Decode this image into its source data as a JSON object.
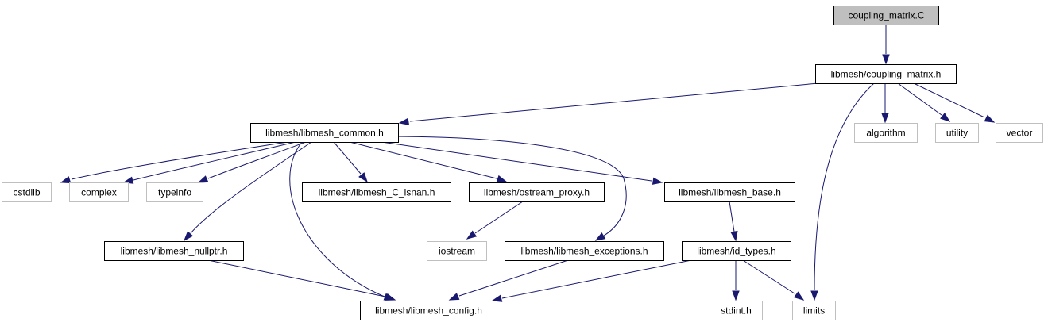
{
  "colors": {
    "edge": "#191970",
    "root_fill": "#bfbfbf",
    "root_border": "#000000",
    "local_border": "#000000",
    "system_border": "#bfbfbf",
    "node_fill": "#ffffff",
    "text": "#000000"
  },
  "nodes": {
    "coupling_matrix_c": {
      "label": "coupling_matrix.C",
      "kind": "root"
    },
    "coupling_matrix_h": {
      "label": "libmesh/coupling_matrix.h",
      "kind": "local"
    },
    "libmesh_common_h": {
      "label": "libmesh/libmesh_common.h",
      "kind": "local"
    },
    "algorithm": {
      "label": "algorithm",
      "kind": "system"
    },
    "utility": {
      "label": "utility",
      "kind": "system"
    },
    "vector": {
      "label": "vector",
      "kind": "system"
    },
    "cstdlib": {
      "label": "cstdlib",
      "kind": "system"
    },
    "complex": {
      "label": "complex",
      "kind": "system"
    },
    "typeinfo": {
      "label": "typeinfo",
      "kind": "system"
    },
    "libmesh_c_isnan_h": {
      "label": "libmesh/libmesh_C_isnan.h",
      "kind": "local"
    },
    "ostream_proxy_h": {
      "label": "libmesh/ostream_proxy.h",
      "kind": "local"
    },
    "libmesh_base_h": {
      "label": "libmesh/libmesh_base.h",
      "kind": "local"
    },
    "libmesh_nullptr_h": {
      "label": "libmesh/libmesh_nullptr.h",
      "kind": "local"
    },
    "iostream": {
      "label": "iostream",
      "kind": "system"
    },
    "libmesh_exceptions_h": {
      "label": "libmesh/libmesh_exceptions.h",
      "kind": "local"
    },
    "id_types_h": {
      "label": "libmesh/id_types.h",
      "kind": "local"
    },
    "libmesh_config_h": {
      "label": "libmesh/libmesh_config.h",
      "kind": "local"
    },
    "stdint_h": {
      "label": "stdint.h",
      "kind": "system"
    },
    "limits": {
      "label": "limits",
      "kind": "system"
    }
  },
  "edges": [
    {
      "from": "coupling_matrix_c",
      "to": "coupling_matrix_h"
    },
    {
      "from": "coupling_matrix_h",
      "to": "libmesh_common_h"
    },
    {
      "from": "coupling_matrix_h",
      "to": "algorithm"
    },
    {
      "from": "coupling_matrix_h",
      "to": "utility"
    },
    {
      "from": "coupling_matrix_h",
      "to": "vector"
    },
    {
      "from": "coupling_matrix_h",
      "to": "limits"
    },
    {
      "from": "libmesh_common_h",
      "to": "cstdlib"
    },
    {
      "from": "libmesh_common_h",
      "to": "complex"
    },
    {
      "from": "libmesh_common_h",
      "to": "typeinfo"
    },
    {
      "from": "libmesh_common_h",
      "to": "libmesh_c_isnan_h"
    },
    {
      "from": "libmesh_common_h",
      "to": "ostream_proxy_h"
    },
    {
      "from": "libmesh_common_h",
      "to": "libmesh_base_h"
    },
    {
      "from": "libmesh_common_h",
      "to": "libmesh_nullptr_h"
    },
    {
      "from": "libmesh_common_h",
      "to": "libmesh_exceptions_h"
    },
    {
      "from": "libmesh_common_h",
      "to": "libmesh_config_h"
    },
    {
      "from": "ostream_proxy_h",
      "to": "iostream"
    },
    {
      "from": "libmesh_base_h",
      "to": "id_types_h"
    },
    {
      "from": "libmesh_nullptr_h",
      "to": "libmesh_config_h"
    },
    {
      "from": "libmesh_exceptions_h",
      "to": "libmesh_config_h"
    },
    {
      "from": "id_types_h",
      "to": "libmesh_config_h"
    },
    {
      "from": "id_types_h",
      "to": "stdint_h"
    },
    {
      "from": "id_types_h",
      "to": "limits"
    }
  ]
}
